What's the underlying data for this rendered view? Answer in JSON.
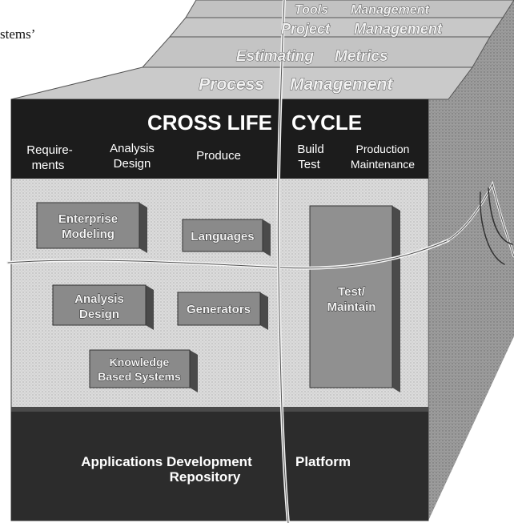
{
  "fragment_text": "stems’",
  "layers": [
    {
      "left": "Tools",
      "right": "Management"
    },
    {
      "left": "Project",
      "right": "Management"
    },
    {
      "left": "Estimating",
      "right": "Metrics"
    },
    {
      "left": "Process",
      "right": "Management"
    }
  ],
  "header": {
    "title_left": "CROSS LIFE",
    "title_right": "CYCLE",
    "phases": [
      {
        "line1": "Require-",
        "line2": "ments"
      },
      {
        "line1": "Analysis",
        "line2": "Design"
      },
      {
        "line1": "Produce",
        "line2": ""
      },
      {
        "line1": "Build",
        "line2": "Test"
      },
      {
        "line1": "Production",
        "line2": "Maintenance"
      }
    ]
  },
  "tools": [
    {
      "line1": "Enterprise",
      "line2": "Modeling"
    },
    {
      "line1": "Languages",
      "line2": ""
    },
    {
      "line1": "Analysis",
      "line2": "Design"
    },
    {
      "line1": "Generators",
      "line2": ""
    },
    {
      "line1": "Knowledge",
      "line2": "Based Systems"
    },
    {
      "line1": "",
      "line2": ""
    },
    {
      "line1": "Test/",
      "line2": "Maintain"
    }
  ],
  "base": {
    "left_line1": "Applications Development",
    "left_line2": "Repository",
    "right": "Platform"
  },
  "colors": {
    "dark_band": "#1c1c1c",
    "base_band": "#2c2c2c",
    "box_face": "#8a8a8a",
    "box_side": "#4a4a4a",
    "top_layer": "#c9c9c9",
    "side_face": "#a9a9a9",
    "front_face": "#e4e4e4",
    "label_text": "#ffffff"
  }
}
